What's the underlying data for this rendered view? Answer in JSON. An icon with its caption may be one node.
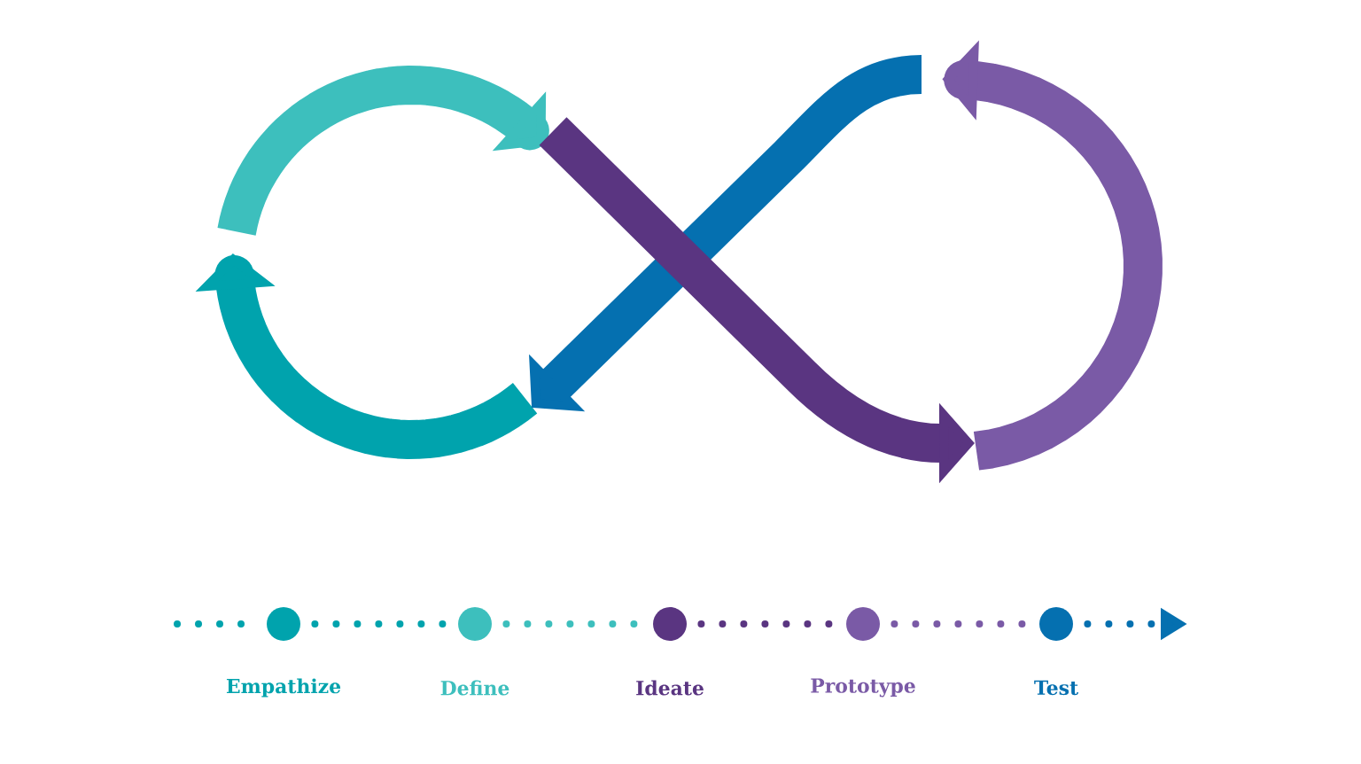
{
  "diagram": {
    "nodes": [
      {
        "text": [
          "Empathize"
        ]
      },
      {
        "text": [
          "Define"
        ]
      },
      {
        "text": [
          "Ideate"
        ]
      },
      {
        "text": [
          "Prototype"
        ]
      },
      {
        "text": [
          "Test"
        ]
      }
    ],
    "edges": [
      {
        "from": null,
        "to": 0,
        "arrow": "none",
        "color": "#00a3ad"
      },
      {
        "from": 0,
        "to": 1,
        "arrow": "none",
        "color": "#00a3ad"
      },
      {
        "from": 1,
        "to": 2,
        "arrow": "none",
        "color": "#3dbfbd"
      },
      {
        "from": 2,
        "to": 3,
        "arrow": "none",
        "color": "#5a3581"
      },
      {
        "from": 3,
        "to": 4,
        "arrow": "none",
        "color": "#7a5aa6"
      },
      {
        "from": 4,
        "to": null,
        "arrow": "to",
        "color": "#0570b0"
      }
    ]
  }
}
